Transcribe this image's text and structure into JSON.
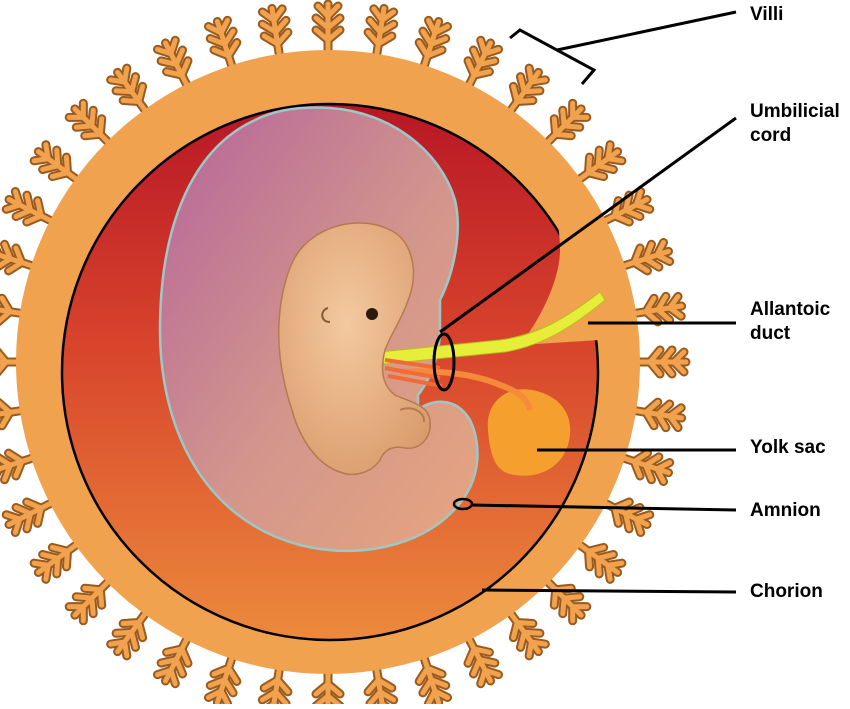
{
  "diagram": {
    "labels": {
      "villi": "Villi",
      "umbilical_cord": "Umbilicial\ncord",
      "allantoic_duct": "Allantoic\nduct",
      "yolk_sac": "Yolk sac",
      "amnion": "Amnion",
      "chorion": "Chorion"
    },
    "colors": {
      "chorion_orange": "#F0A24E",
      "villi_outline": "#9A5A1E",
      "cavity_red": "#B81E2A",
      "cavity_orange": "#E2662E",
      "amnion_pink": "#C98A9A",
      "amnion_line": "#9CC8C8",
      "embryo_skin": "#E8B58A",
      "allantois_yellow": "#E6EE3A",
      "yolk_orange": "#F5A02E",
      "line_black": "#000000"
    }
  }
}
